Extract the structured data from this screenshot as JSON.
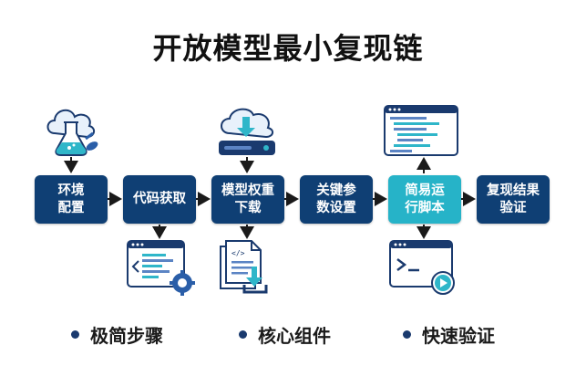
{
  "title": "开放模型最小复现链",
  "steps": [
    {
      "line1": "环境",
      "line2": "配置"
    },
    {
      "line1": "代码获取",
      "line2": ""
    },
    {
      "line1": "模型权重",
      "line2": "下载"
    },
    {
      "line1": "关键参",
      "line2": "数设置"
    },
    {
      "line1": "简易运",
      "line2": "行脚本"
    },
    {
      "line1": "复现结果",
      "line2": "验证"
    }
  ],
  "bullets": [
    "极简步骤",
    "核心组件",
    "快速验证"
  ],
  "icons": {
    "cloud_flask": "cloud-flask-icon",
    "cloud_download": "cloud-download-icon",
    "code_gear": "code-window-gear-icon",
    "document_download": "document-download-icon",
    "code_editor": "code-editor-icon",
    "terminal_play": "terminal-play-icon"
  },
  "colors": {
    "dark": "#0f3f74",
    "accent": "#26b3c8",
    "text": "#111111"
  }
}
